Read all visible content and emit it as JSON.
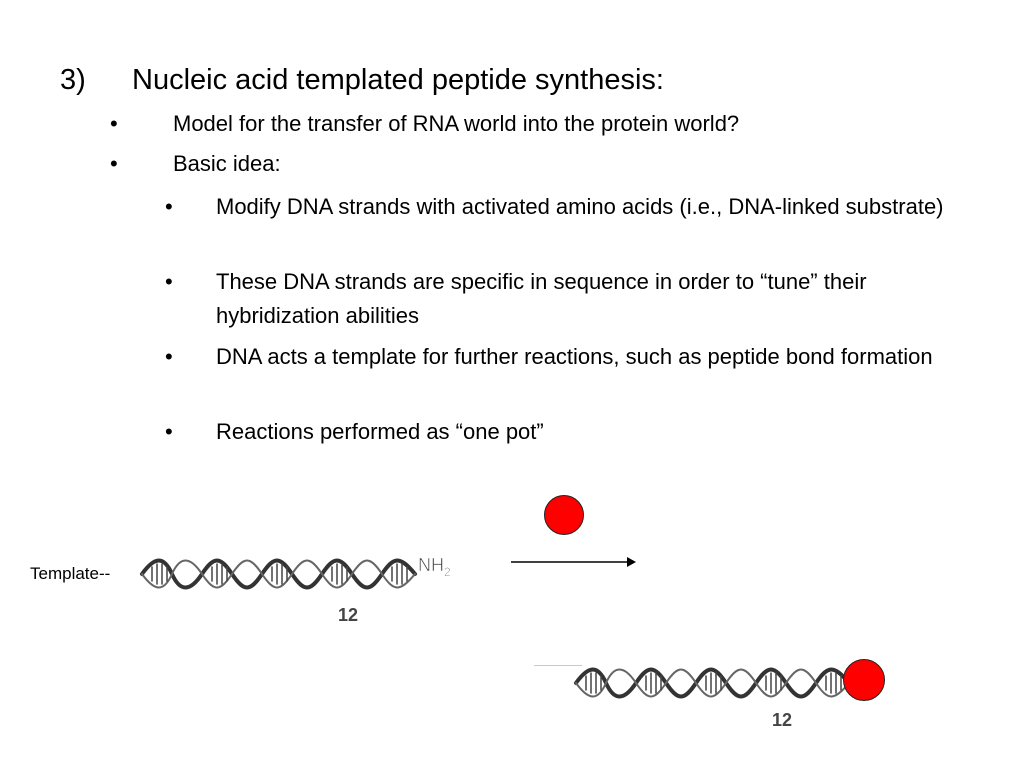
{
  "slide": {
    "heading": {
      "number": "3)",
      "text": "Nucleic acid templated peptide synthesis:"
    },
    "bullets": [
      {
        "marker": "•",
        "text": "Model for the transfer of RNA world into the protein world?"
      },
      {
        "marker": "•",
        "text": "Basic idea:"
      }
    ],
    "sub_bullets": [
      {
        "marker": "•",
        "text": "Modify DNA strands with activated amino acids (i.e., DNA-linked substrate)"
      },
      {
        "marker": "•",
        "text": "These DNA strands are specific in sequence in order to “tune” their hybridization abilities"
      },
      {
        "marker": "•",
        "text": "DNA acts a template for further reactions, such as peptide bond formation"
      },
      {
        "marker": "•",
        "text": "Reactions performed as “one pot”"
      }
    ]
  },
  "diagram": {
    "template_label": "Template--",
    "strand_top": {
      "amine_label": "NH2",
      "amine_main": "NH",
      "amine_sub": "2",
      "count_label": "12"
    },
    "strand_bottom": {
      "count_label": "12"
    },
    "colors": {
      "amino_acid": "#ff0000",
      "strand": "#333333"
    }
  }
}
